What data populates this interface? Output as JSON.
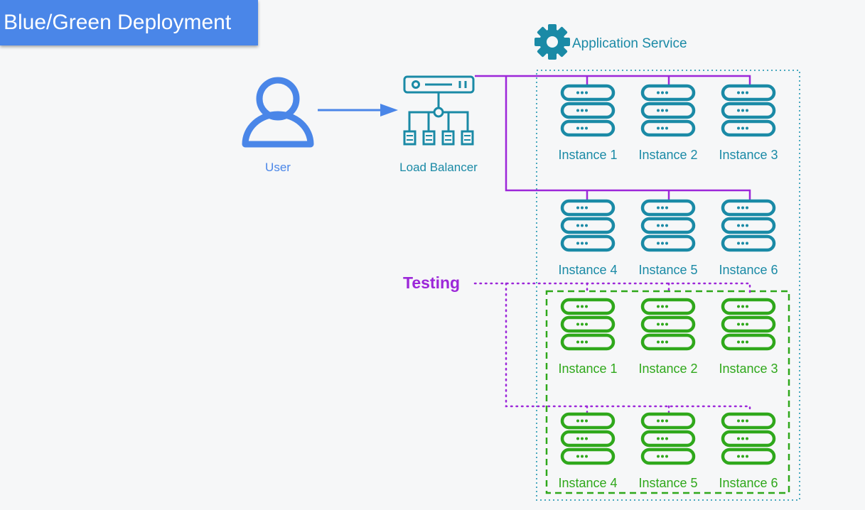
{
  "title": "Blue/Green Deployment",
  "colors": {
    "title_bg": "#4a86e8",
    "user_blue": "#4a86e8",
    "blue_env": "#1a8aa6",
    "green_env": "#2fa81b",
    "purple": "#9c27d9",
    "dotted_box": "#4aa9bf"
  },
  "user": {
    "label": "User",
    "icon": "user-icon"
  },
  "load_balancer": {
    "label": "Load Balancer",
    "icon": "load-balancer-icon"
  },
  "service": {
    "label": "Application Service",
    "icon": "gear-icon"
  },
  "testing_label": "Testing",
  "blue_instances": [
    "Instance 1",
    "Instance 2",
    "Instance 3",
    "Instance 4",
    "Instance 5",
    "Instance 6"
  ],
  "green_instances": [
    "Instance 1",
    "Instance 2",
    "Instance 3",
    "Instance 4",
    "Instance 5",
    "Instance 6"
  ]
}
